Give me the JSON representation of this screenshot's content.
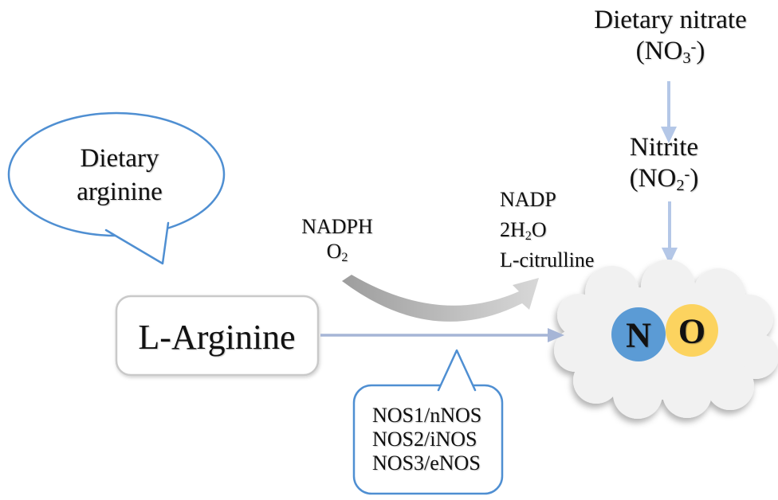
{
  "colors": {
    "bubble_border": "#4f8fd2",
    "arrow_light_blue": "#b4c7e7",
    "arrow_gray_blue": "#a6b5d6",
    "swoosh_dark": "#9d9d9d",
    "swoosh_light": "#d8d8d8",
    "cloud_fill": "#f1f1f1",
    "box_border": "#c9c9c9",
    "n_circle": "#5b9bd5",
    "o_circle": "#fcd35f"
  },
  "nitrate": {
    "line1": "Dietary nitrate",
    "formula": {
      "open": "(NO",
      "sub": "3",
      "sup": "-",
      "close": ")"
    }
  },
  "nitrite": {
    "line1": "Nitrite",
    "formula": {
      "open": "(NO",
      "sub": "2",
      "sup": "-",
      "close": ")"
    }
  },
  "arginine_bubble": {
    "line1": "Dietary",
    "line2": "arginine"
  },
  "larginine_box": {
    "label": "L-Arginine"
  },
  "cofactors": {
    "line1": "NADPH",
    "o2": {
      "base": "O",
      "sub": "2"
    }
  },
  "products": {
    "line1": "NADP",
    "water": {
      "pre": "2H",
      "sub": "2",
      "post": "O"
    },
    "line3": "L-citrulline"
  },
  "no_cloud": {
    "n": "N",
    "o": "O"
  },
  "nos_bubble": {
    "line1": "NOS1/nNOS",
    "line2": "NOS2/iNOS",
    "line3": "NOS3/eNOS"
  }
}
